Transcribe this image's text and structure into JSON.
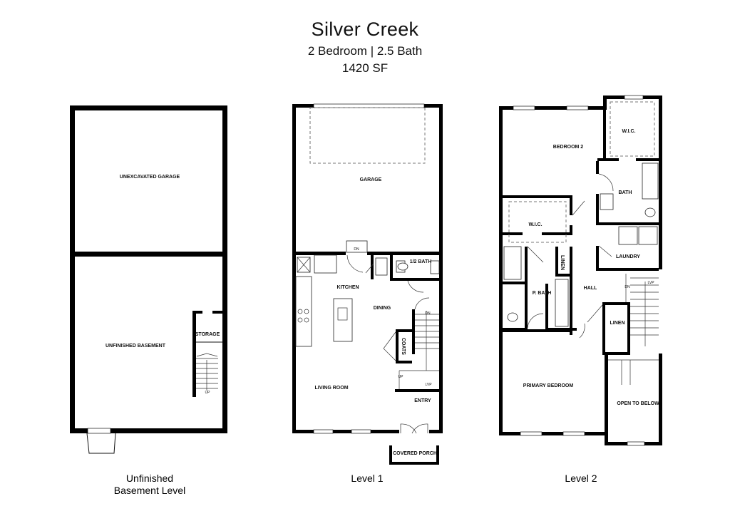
{
  "header": {
    "title": "Silver Creek",
    "subtitle": "2 Bedroom | 2.5 Bath",
    "area": "1420 SF"
  },
  "levels": {
    "basement": {
      "caption_line1": "Unfinished",
      "caption_line2": "Basement Level",
      "rooms": {
        "garage": "UNEXCAVATED GARAGE",
        "basement": "UNFINISHED BASEMENT",
        "storage": "STORAGE"
      },
      "stair_up": "UP"
    },
    "level1": {
      "caption": "Level 1",
      "rooms": {
        "garage": "GARAGE",
        "kitchen": "KITCHEN",
        "dining": "DINING",
        "half_bath": "1/2 BATH",
        "coats": "COATS",
        "living": "LIVING ROOM",
        "entry": "ENTRY",
        "porch": "COVERED PORCH"
      },
      "stair_dn": "DN",
      "stair_up": "UP",
      "lvp": "LVP"
    },
    "level2": {
      "caption": "Level 2",
      "rooms": {
        "wic_top": "W.I.C.",
        "bedroom2": "BEDROOM 2",
        "bath": "BATH",
        "wic_mid": "W.I.C.",
        "laundry": "LAUNDRY",
        "linen_a": "LINEN",
        "p_bath": "P. BATH",
        "hall": "HALL",
        "linen_b": "LINEN",
        "primary": "PRIMARY BEDROOM",
        "open_below": "OPEN TO BELOW"
      },
      "stair_dn": "DN",
      "lvp": "LVP"
    }
  }
}
